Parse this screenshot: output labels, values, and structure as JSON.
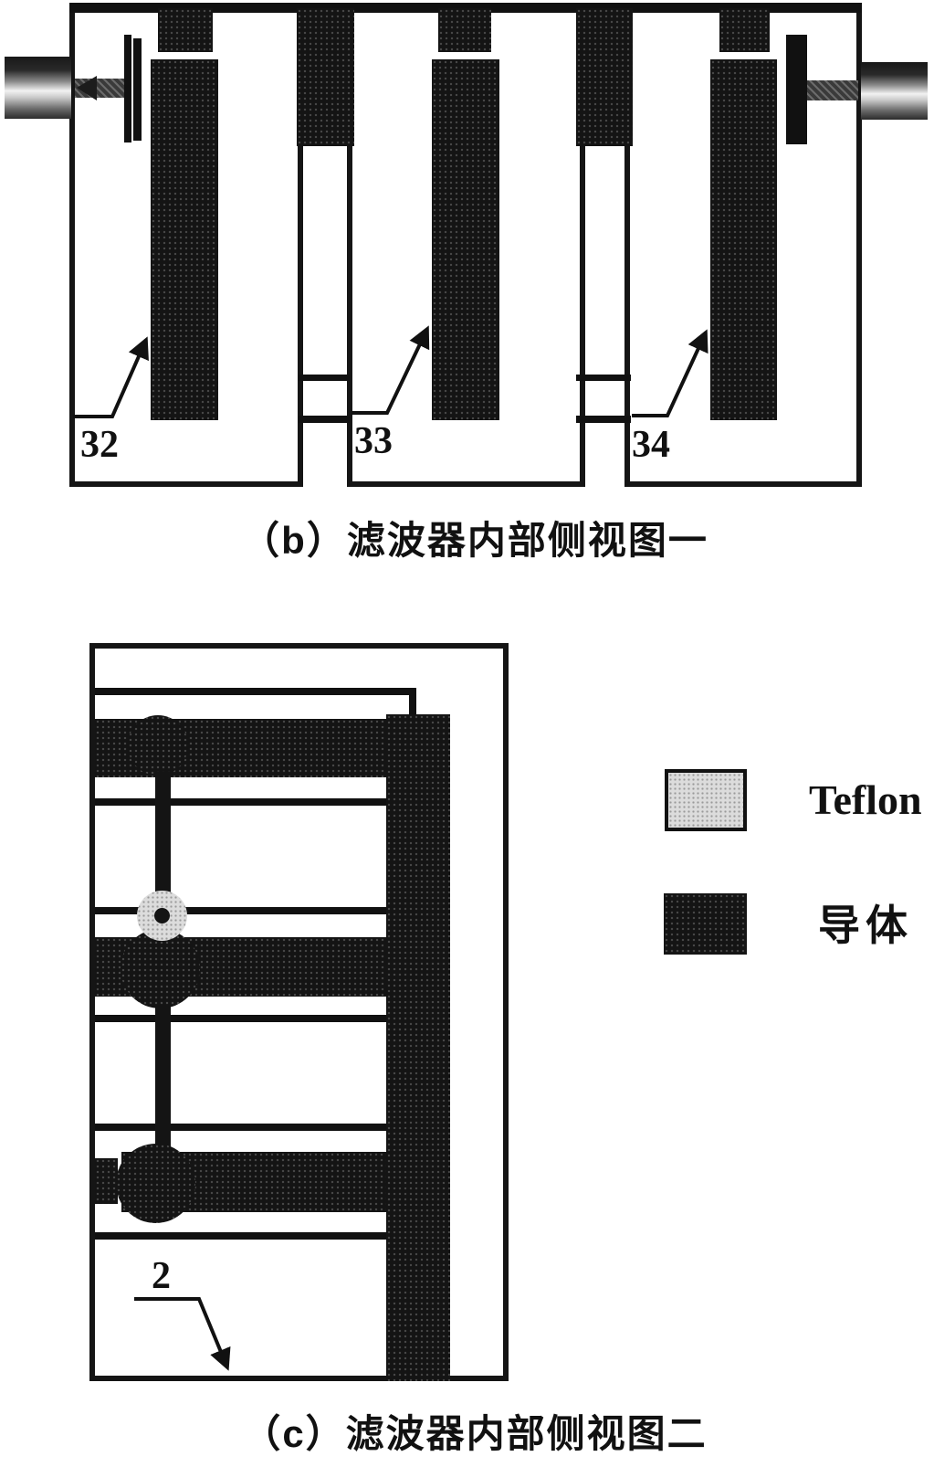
{
  "figure_b": {
    "caption": "（b）滤波器内部侧视图一",
    "resonator_labels": {
      "r1": "32",
      "r2": "33",
      "r3": "34"
    }
  },
  "figure_c": {
    "caption": "（c）滤波器内部侧视图二",
    "cavity_label": "2"
  },
  "legend": {
    "items": [
      {
        "name": "teflon",
        "label": "Teflon",
        "color": "#dcdcdc"
      },
      {
        "name": "conductor",
        "label": "导体",
        "color": "#161616"
      }
    ]
  },
  "colors": {
    "background": "#ffffff",
    "ink": "#111111",
    "conductor_fill": "#141414",
    "teflon_fill": "#dcdcdc",
    "feed_gray": "#3a3a3a"
  }
}
